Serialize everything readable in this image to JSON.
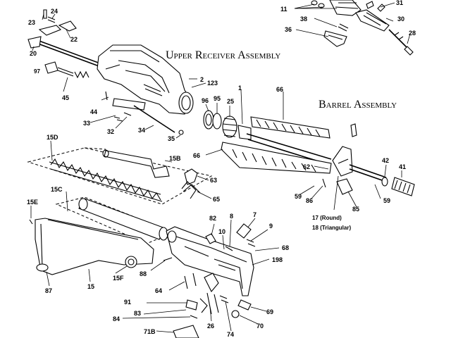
{
  "titles": {
    "upper": "Upper Receiver Assembly",
    "barrel": "Barrel Assembly"
  },
  "labels": {
    "l1": "1",
    "l2": "2",
    "l7": "7",
    "l8": "8",
    "l9": "9",
    "l10": "10",
    "l11": "11",
    "l15": "15",
    "l15b": "15B",
    "l15c": "15C",
    "l15d": "15D",
    "l15e": "15E",
    "l15f": "15F",
    "l17": "17 (Round)",
    "l18": "18 (Triangular)",
    "l20": "20",
    "l22": "22",
    "l23": "23",
    "l24": "24",
    "l25": "25",
    "l26": "26",
    "l28": "28",
    "l30": "30",
    "l31": "31",
    "l32": "32",
    "l33": "33",
    "l34": "34",
    "l35": "35",
    "l36": "36",
    "l38": "38",
    "l41": "41",
    "l42": "42",
    "l44": "44",
    "l45": "45",
    "l59a": "59",
    "l59b": "59",
    "l62": "62",
    "l63": "63",
    "l64": "64",
    "l65": "65",
    "l66a": "66",
    "l66b": "66",
    "l68": "68",
    "l69": "69",
    "l70": "70",
    "l71b": "71B",
    "l74": "74",
    "l82": "82",
    "l83": "83",
    "l84": "84",
    "l85": "85",
    "l86": "86",
    "l87": "87",
    "l88": "88",
    "l91": "91",
    "l95": "95",
    "l96": "96",
    "l97": "97",
    "l123": "123",
    "l198": "198"
  }
}
